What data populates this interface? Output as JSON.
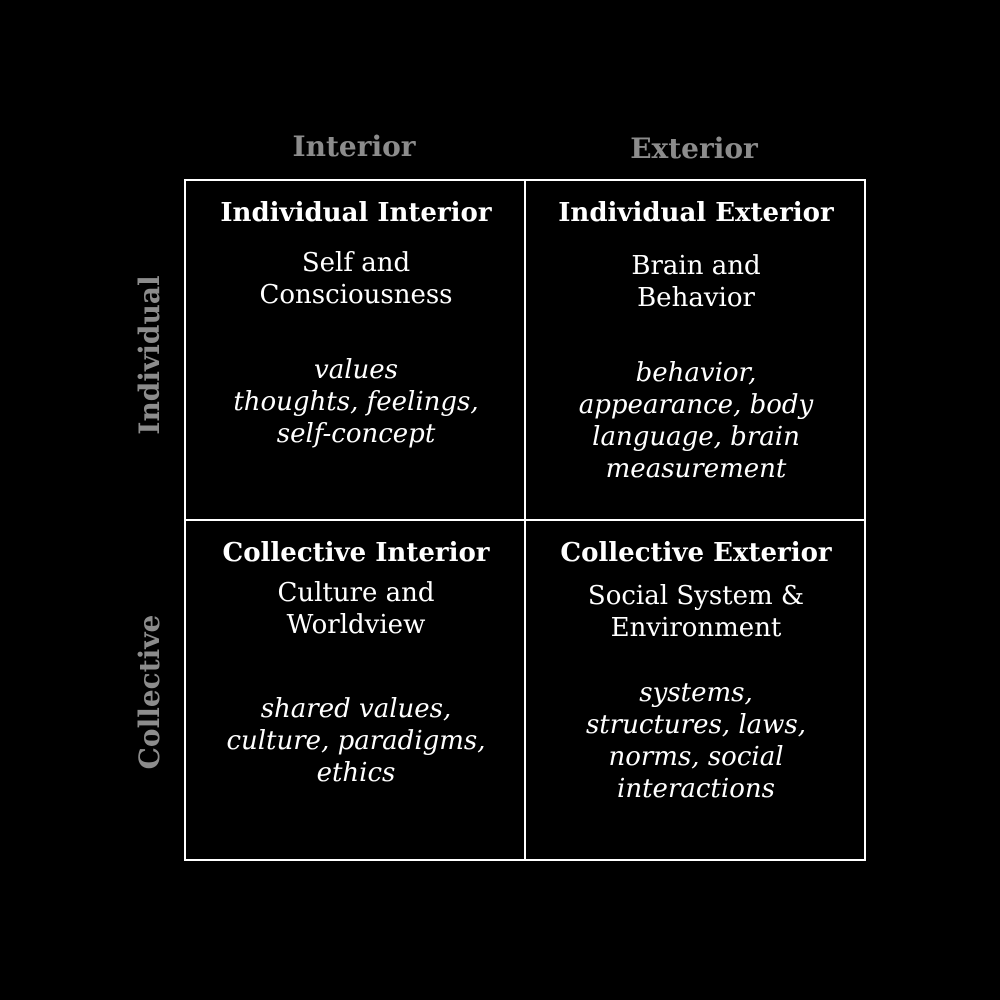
{
  "headers": {
    "columns": [
      "Interior",
      "Exterior"
    ],
    "rows": [
      "Individual",
      "Collective"
    ]
  },
  "colors": {
    "background": "#000000",
    "header_text": "#8c8c8c",
    "body_text": "#ffffff",
    "grid_lines": "#ffffff"
  },
  "quadrants": [
    {
      "title": "Individual Interior",
      "subtitle_lines": [
        "Self and",
        "Consciousness"
      ],
      "item_lines": [
        "values",
        "thoughts, feelings,",
        "self-concept"
      ]
    },
    {
      "title": "Individual Exterior",
      "subtitle_lines": [
        "Brain and",
        "Behavior"
      ],
      "item_lines": [
        "behavior,",
        "appearance, body",
        "language, brain",
        "measurement"
      ]
    },
    {
      "title": "Collective Interior",
      "subtitle_lines": [
        "Culture and",
        "Worldview"
      ],
      "item_lines": [
        "shared values,",
        "culture, paradigms,",
        "ethics"
      ]
    },
    {
      "title": "Collective Exterior",
      "subtitle_lines": [
        "Social System &",
        "Environment"
      ],
      "item_lines": [
        "systems,",
        "structures, laws,",
        "norms, social",
        "interactions"
      ]
    }
  ]
}
